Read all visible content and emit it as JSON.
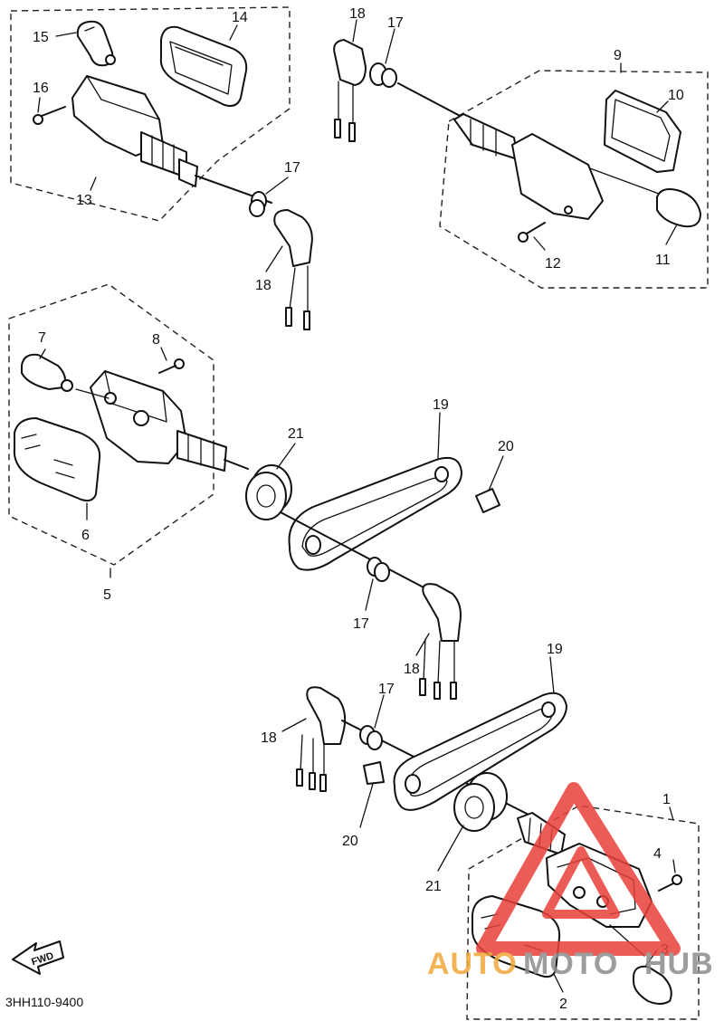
{
  "diagram": {
    "part_numbers": {
      "p1": "1",
      "p2": "2",
      "p3": "3",
      "p4": "4",
      "p5": "5",
      "p6": "6",
      "p7": "7",
      "p8": "8",
      "p9": "9",
      "p10": "10",
      "p11": "11",
      "p12": "12",
      "p13": "13",
      "p14": "14",
      "p15": "15",
      "p16": "16",
      "p17": "17",
      "p18": "18",
      "p19": "19",
      "p20": "20",
      "p21": "21"
    },
    "fwd_label": "FWD",
    "drawing_code": "3HH110-9400"
  },
  "watermark": {
    "part1": "AUTO",
    "part2": "MOTO",
    "part3": "HUB",
    "colors": {
      "red": "#e8403a",
      "orange": "#f2a83a",
      "gray": "#8d8d8d"
    }
  }
}
